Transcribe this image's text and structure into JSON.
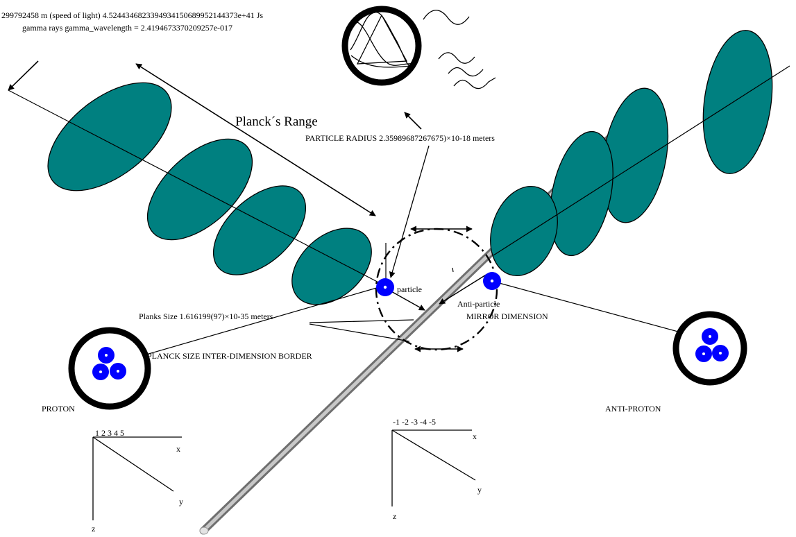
{
  "labels": {
    "speed_of_light": "299792458 m (speed of light) 4.5244346823394934150689952144373e+41 Js",
    "gamma": "gamma rays gamma_wavelength = 2.4194673370209257e-017",
    "planck_range": "Planck´s Range",
    "particle_radius": "PARTICLE RADIUS  2.35989687267675)×10-18 meters",
    "particle": "particle",
    "anti_particle": "Anti-particle",
    "mirror_dimension": "MIRROR DIMENSION",
    "planks_size": "Planks Size 1.616199(97)×10-35 meters",
    "planck_border": "PLANCK SIZE INTER-DIMENSION BORDER",
    "proton": "PROTON",
    "anti_proton": "ANTI-PROTON"
  },
  "axes_left": {
    "ticks": "1  2  3  4  5",
    "x": "x",
    "y": "y",
    "z": "z"
  },
  "axes_right": {
    "ticks": "-1  -2  -3  -4  -5",
    "x": "x",
    "y": "y",
    "z": "z"
  },
  "colors": {
    "ellipse": "#008080",
    "particle": "#0000ff",
    "ring": "#000000",
    "rod": "#9a9a9a"
  }
}
